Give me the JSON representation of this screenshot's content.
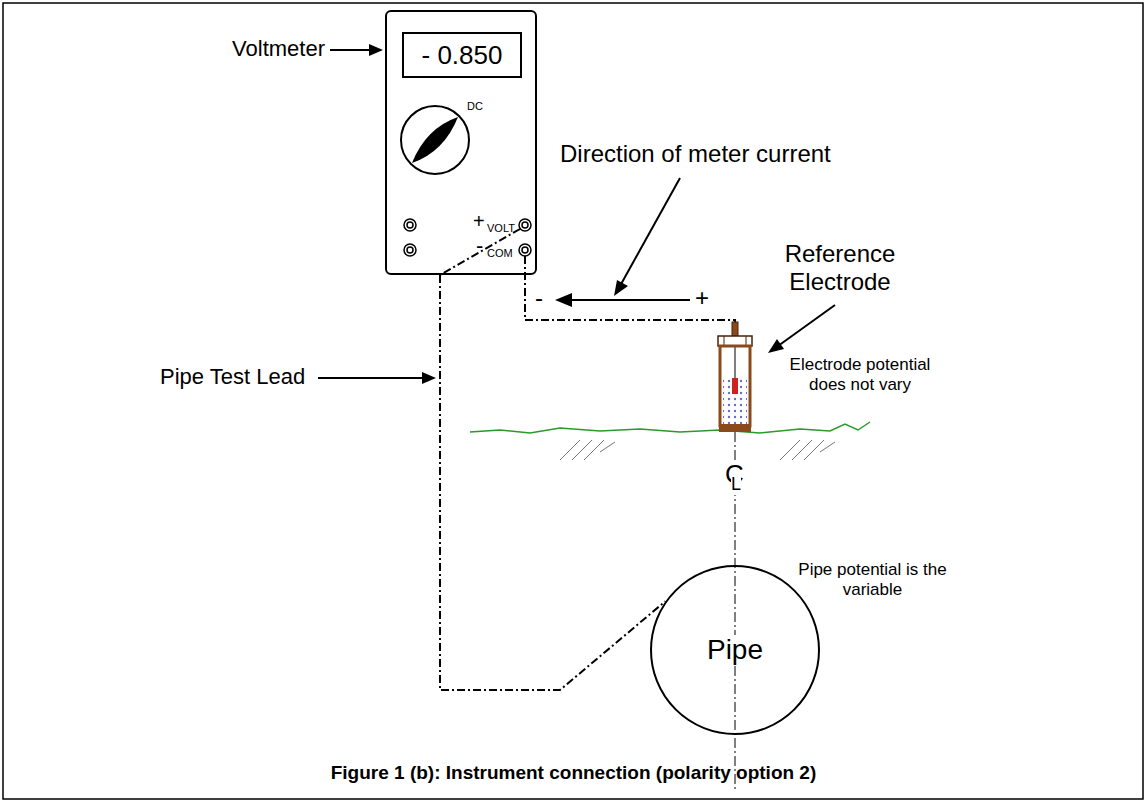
{
  "diagram": {
    "caption": "Figure 1 (b): Instrument connection (polarity option 2)",
    "nodes": [
      {
        "text": [
          "DC",
          "+",
          "VOLT",
          "-",
          "COM"
        ]
      },
      {
        "text": [
          "- 0.850"
        ],
        "in": 0
      },
      {
        "text": [
          "Pipe"
        ]
      }
    ],
    "edges": [
      {
        "from": 0,
        "to": 2,
        "arrow": "none"
      }
    ],
    "labels": [
      "Voltmeter",
      "Direction of meter current",
      "-",
      "+",
      "Reference Electrode",
      "Electrode potential does not vary",
      "Pipe Test Lead",
      "C",
      "L",
      "Pipe potential is the variable"
    ]
  }
}
